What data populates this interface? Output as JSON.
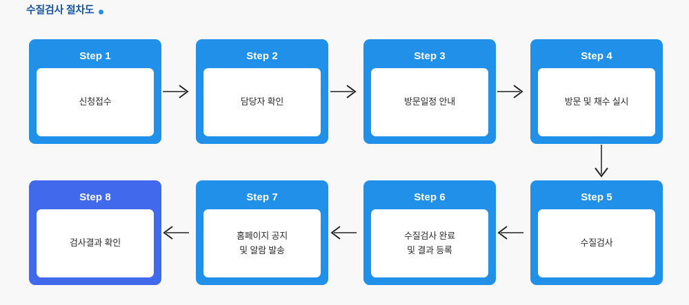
{
  "page": {
    "title": "수질검사 절차도",
    "title_dot_color": "#2190e8",
    "title_color": "#17559f",
    "background_color": "#f8f8f8"
  },
  "theme": {
    "step_color": "#2190e8",
    "final_step_color": "#4069ec",
    "card_color": "#ffffff",
    "arrow_color": "#555555",
    "step_label_color": "#ffffff",
    "step_text_color": "#2b2b2b"
  },
  "flow": {
    "type": "process-flow-diagram",
    "rows": 2,
    "columns": 4,
    "top_row_direction": "left-to-right",
    "bottom_row_direction": "right-to-left",
    "steps": [
      {
        "id": "step-1",
        "label": "Step 1",
        "text": "신청접수",
        "color": "#2190e8",
        "row": "top",
        "column": 1
      },
      {
        "id": "step-2",
        "label": "Step 2",
        "text": "담당자 확인",
        "color": "#2190e8",
        "row": "top",
        "column": 2
      },
      {
        "id": "step-3",
        "label": "Step 3",
        "text": "방문일정 안내",
        "color": "#2190e8",
        "row": "top",
        "column": 3
      },
      {
        "id": "step-4",
        "label": "Step 4",
        "text": "방문 및 채수 실시",
        "color": "#2190e8",
        "row": "top",
        "column": 4
      },
      {
        "id": "step-5",
        "label": "Step 5",
        "text": "수질검사",
        "color": "#2190e8",
        "row": "bottom",
        "column": 4
      },
      {
        "id": "step-6",
        "label": "Step 6",
        "text": "수질검사 완료\n및 결과 등록",
        "color": "#2190e8",
        "row": "bottom",
        "column": 3
      },
      {
        "id": "step-7",
        "label": "Step 7",
        "text": "홈페이지 공지\n및 알람 발송",
        "color": "#2190e8",
        "row": "bottom",
        "column": 2
      },
      {
        "id": "step-8",
        "label": "Step 8",
        "text": "검사결과 확인",
        "color": "#4069ec",
        "row": "bottom",
        "column": 1
      }
    ],
    "connectors": [
      {
        "id": "arrow-1-to-2",
        "direction": "right",
        "from": "step-1",
        "to": "step-2"
      },
      {
        "id": "arrow-2-to-3",
        "direction": "right",
        "from": "step-2",
        "to": "step-3"
      },
      {
        "id": "arrow-3-to-4",
        "direction": "right",
        "from": "step-3",
        "to": "step-4"
      },
      {
        "id": "arrow-4-to-5",
        "direction": "down",
        "from": "step-4",
        "to": "step-5"
      },
      {
        "id": "arrow-5-to-6",
        "direction": "left",
        "from": "step-5",
        "to": "step-6"
      },
      {
        "id": "arrow-6-to-7",
        "direction": "left",
        "from": "step-6",
        "to": "step-7"
      },
      {
        "id": "arrow-7-to-8",
        "direction": "left",
        "from": "step-7",
        "to": "step-8"
      }
    ]
  }
}
